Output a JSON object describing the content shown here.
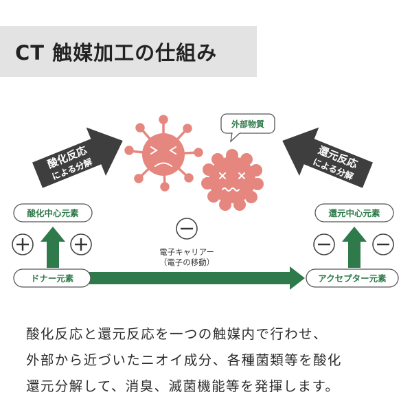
{
  "title": "CT 触媒加工の仕組み",
  "left_arrow": {
    "line1": "酸化反応",
    "line2": "による分解"
  },
  "right_arrow": {
    "line1": "還元反応",
    "line2": "による分解"
  },
  "bubble_label": "外部物質",
  "labels": {
    "oxidation_center": "酸化中心元素",
    "reduction_center": "還元中心元素",
    "donor": "ドナー元素",
    "acceptor": "アクセプター元素"
  },
  "carrier": {
    "line1": "電子キャリアー",
    "line2": "（電子の移動）"
  },
  "signs": {
    "plus": "+",
    "minus": "−"
  },
  "description": [
    "酸化反応と還元反応を一つの触媒内で行わせ、",
    "外部から近づいたニオイ成分、各種菌類等を酸化",
    "還元分解して、消臭、滅菌機能等を発揮します。"
  ],
  "colors": {
    "green": "#2f7a4a",
    "gray_arrow": "#3e3e3e",
    "germ": "#e5877f",
    "title_band": "#e3e3e3"
  }
}
